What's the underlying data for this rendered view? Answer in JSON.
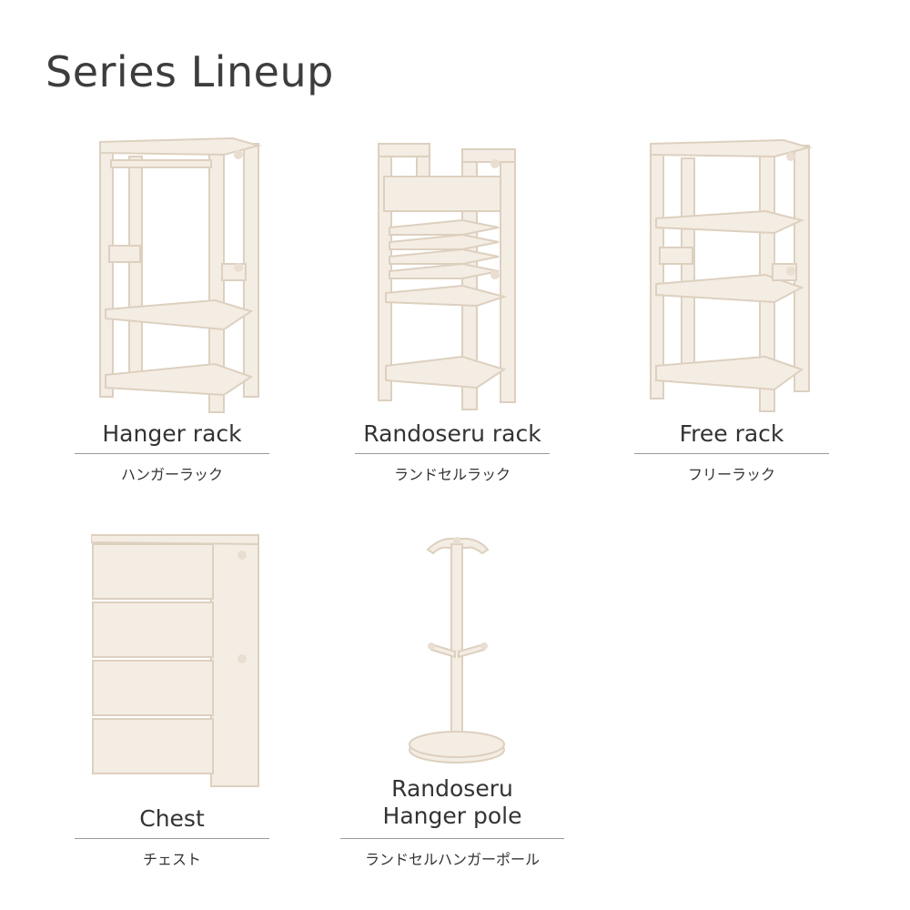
{
  "page": {
    "title": "Series Lineup"
  },
  "products": [
    {
      "name_en": "Hanger rack",
      "name_jp": "ハンガーラック",
      "image": "hanger-rack"
    },
    {
      "name_en": "Randoseru rack",
      "name_jp": "ランドセルラック",
      "image": "randoseru-rack"
    },
    {
      "name_en": "Free rack",
      "name_jp": "フリーラック",
      "image": "free-rack"
    },
    {
      "name_en": "Chest",
      "name_jp": "チェスト",
      "image": "chest"
    },
    {
      "name_en_line1": "Randoseru",
      "name_en_line2": "Hanger pole",
      "name_jp": "ランドセルハンガーポール",
      "image": "hanger-pole"
    }
  ],
  "colors": {
    "wood": "#f4ede4",
    "wood_edge": "#ddd0bf",
    "wood_shade": "#e9ded0",
    "rule": "#9a9a9a",
    "text": "#333333"
  }
}
